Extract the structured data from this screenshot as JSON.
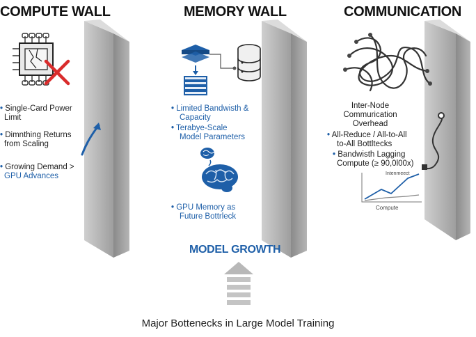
{
  "colors": {
    "accent_blue": "#1e5fa8",
    "wall_gray": "#a9a9a9",
    "red_cross": "#d92b2b"
  },
  "sections": {
    "compute": {
      "title": "COMPUTE WALL",
      "icon": "chip-icon",
      "items": [
        {
          "lines": [
            "Single-Card Power",
            "Limit"
          ]
        },
        {
          "lines": [
            "Dimnthing Returns",
            "from Scaling"
          ]
        },
        {
          "lines": [
            "Growing Demand >",
            "GPU Advances"
          ]
        }
      ]
    },
    "memory": {
      "title": "MEMORY WALL",
      "icons": [
        "stack-icon",
        "database-icon",
        "brain-icon"
      ],
      "items": [
        {
          "lines": [
            "Limited Bandwisth &",
            "Capacity"
          ]
        },
        {
          "lines": [
            "Terabye-Scale",
            "Model Parameters"
          ]
        },
        {
          "lines": [
            "GPU Memory as",
            "Future Bottrleck"
          ]
        }
      ]
    },
    "communication": {
      "title": "COMMUNICATION",
      "icon": "tangled-cables-icon",
      "heading_lines": [
        "Inter-Node",
        "Commurication",
        "Overhead"
      ],
      "items": [
        {
          "lines": [
            "All-Reduce / All-to-All",
            "to-All Bottltecks"
          ]
        },
        {
          "lines": [
            "Bandwisth Lagging",
            "Compute (≥ 90,0l00x)"
          ]
        }
      ],
      "mini_chart": {
        "series_label": "Intenmeect",
        "x_label": "Compute"
      }
    }
  },
  "center": {
    "label": "MODEL GROWTH"
  },
  "footer": {
    "caption": "Major Bottenecks in Large Model Training"
  }
}
